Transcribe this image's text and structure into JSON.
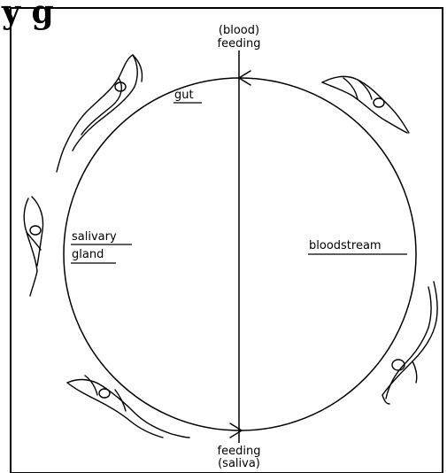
{
  "header": {
    "partial_word": "y g"
  },
  "feeding_top": {
    "line1": "(blood)",
    "line2": "feeding"
  },
  "feeding_bottom": {
    "line1": "feeding",
    "line2": "(saliva)"
  },
  "stages": {
    "gut": "gut",
    "salivary_line1": "salivary",
    "salivary_line2": "gland",
    "bloodstream": "bloodstream"
  },
  "colors": {
    "ink": "#000000",
    "background": "#ffffff"
  }
}
